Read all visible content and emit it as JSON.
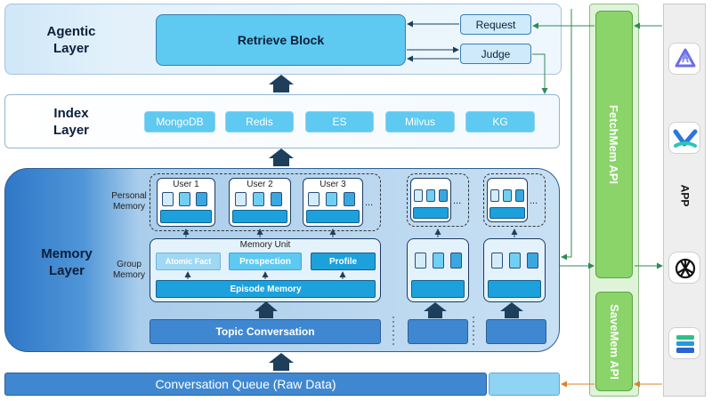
{
  "agentic_layer": {
    "label": "Agentic\nLayer",
    "retrieve_block": "Retrieve Block",
    "request": "Request",
    "judge": "Judge"
  },
  "index_layer": {
    "label": "Index\nLayer",
    "stores": [
      "MongoDB",
      "Redis",
      "ES",
      "Milvus",
      "KG"
    ]
  },
  "memory_layer": {
    "label": "Memory\nLayer",
    "personal_memory": "Personal\nMemory",
    "group_memory": "Group\nMemory",
    "users": [
      "User 1",
      "User 2",
      "User 3"
    ],
    "ellipsis": "...",
    "memory_unit": "Memory Unit",
    "atomic_fact": "Atomic Fact",
    "prospection": "Prospection",
    "profile": "Profile",
    "episode_memory": "Episode Memory",
    "topic_conversation": "Topic Conversation"
  },
  "conversation_queue": "Conversation Queue (Raw Data)",
  "apis": {
    "fetch": "FetchMem API",
    "save": "SaveMem API"
  },
  "app": {
    "label": "APP",
    "icons": [
      "triangle-logo-icon",
      "wave-logo-icon",
      "openai-logo-icon",
      "stack-logo-icon"
    ]
  },
  "colors": {
    "primary_blue": "#3f88d1",
    "light_blue": "#5ec9f1",
    "api_green": "#8ad469",
    "arrow_navy": "#1d3f5c",
    "flow_green": "#2e8b57",
    "flow_orange": "#d9822b"
  }
}
